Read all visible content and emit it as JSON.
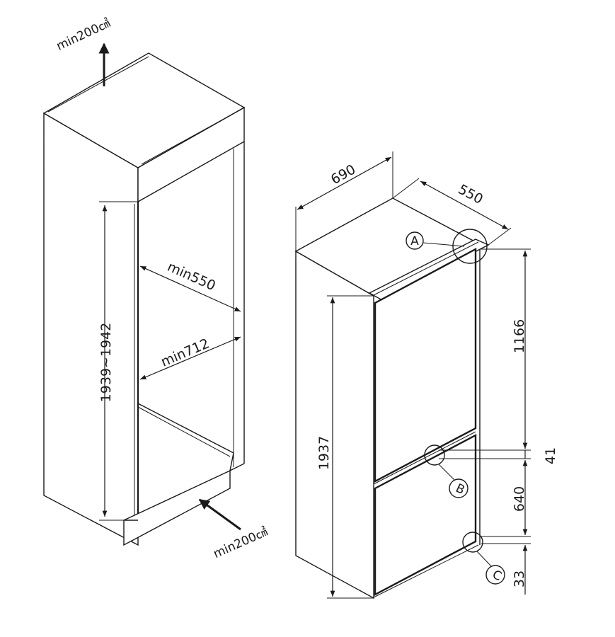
{
  "labels": {
    "vent_top": "min200㎠",
    "vent_bottom": "min200㎠",
    "niche_height": "1939~1942",
    "niche_depth": "min550",
    "niche_width": "min712",
    "width": "690",
    "depth": "550",
    "total_height": "1937",
    "upper_height": "1166",
    "gap": "41",
    "lower_height": "640",
    "base_height": "33",
    "detail_a": "A",
    "detail_b": "B",
    "detail_c": "C"
  }
}
